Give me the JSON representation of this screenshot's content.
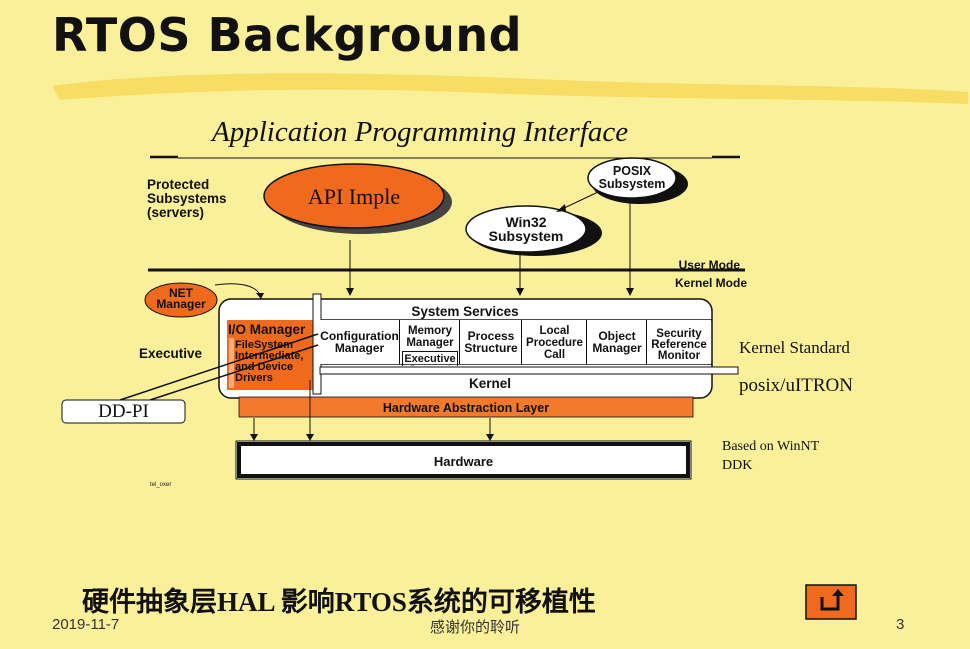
{
  "slide": {
    "title": "RTOS Background",
    "subtitle": "硬件抽象层HAL 影响RTOS系统的可移植性",
    "date": "2019-11-7",
    "footer": "感谢你的聆听",
    "page": "3"
  },
  "diagram": {
    "api_header": "Application Programming Interface",
    "protected_subsystems": "Protected Subsystems (servers)",
    "api_imple": "API Imple",
    "posix_subsystem": "POSIX Subsystem",
    "win32_subsystem": "Win32 Subsystem",
    "user_mode": "User Mode",
    "kernel_mode": "Kernel Mode",
    "net_manager": "NET Manager",
    "executive": "Executive",
    "system_services": "System Services",
    "io_manager": "I/O Manager",
    "io_sub": "FileSystem Intermediate, and Device Drivers",
    "configuration_manager": "Configuration Manager",
    "memory_manager": "Memory Manager",
    "executive_support": "Executive Support",
    "process_structure": "Process Structure",
    "local_procedure_call": "Local Procedure Call",
    "object_manager": "Object Manager",
    "security_reference_monitor": "Security Reference Monitor",
    "kernel": "Kernel",
    "hal": "Hardware Abstraction Layer",
    "hardware": "Hardware",
    "ddpi": "DD-PI",
    "kernel_standard": "Kernel Standard",
    "posix_uitron": "posix/uITRON",
    "based_on": "Based on WinNT DDK",
    "small_tag": "tel_oxer"
  },
  "colors": {
    "background": "#FBF09A",
    "orange": "#F06A1E",
    "hal_orange": "#F27A2A",
    "highlight_stroke": "#F6D95A"
  }
}
